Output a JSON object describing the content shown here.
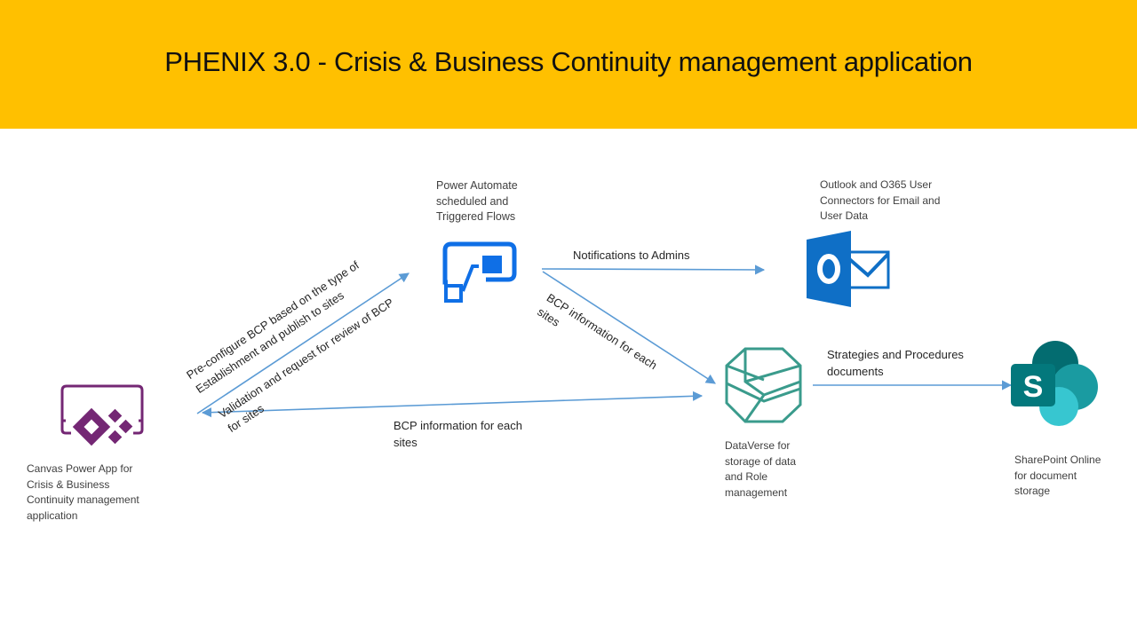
{
  "header": {
    "title": "PHENIX 3.0 - Crisis & Business Continuity management application",
    "background_color": "#FFC000"
  },
  "nodes": {
    "power_app": {
      "icon": "power-apps-icon",
      "color": "#742774",
      "lines": [
        "Canvas Power App for",
        "Crisis & Business",
        "Continuity management",
        "application"
      ]
    },
    "power_automate": {
      "icon": "power-automate-icon",
      "color": "#0F6FE6",
      "lines": [
        "Power Automate",
        "scheduled and",
        "Triggered Flows"
      ]
    },
    "outlook": {
      "icon": "outlook-icon",
      "color": "#0F6FC6",
      "lines": [
        "Outlook and O365 User",
        "Connectors for Email and",
        "User Data"
      ]
    },
    "dataverse": {
      "icon": "dataverse-icon",
      "color": "#3A9B8C",
      "lines": [
        "DataVerse for",
        "storage of data",
        "and Role",
        "management"
      ]
    },
    "sharepoint": {
      "icon": "sharepoint-icon",
      "color": "#036C70",
      "lines": [
        "SharePoint Online",
        "for document",
        "storage"
      ]
    }
  },
  "edges": {
    "preconfigure": {
      "from": "power_app",
      "to": "power_automate",
      "lines": [
        "Pre-configure BCP based on the type of",
        "Establishment and publish to sites"
      ]
    },
    "validation": {
      "from": "power_automate",
      "to": "power_app",
      "lines": [
        "Validation and request for review of BCP",
        "for sites"
      ]
    },
    "bcp_info_app_dataverse": {
      "from": "power_app",
      "to": "dataverse",
      "bidirectional": true,
      "lines": [
        "BCP information for each",
        "sites"
      ]
    },
    "notifications": {
      "from": "power_automate",
      "to": "outlook",
      "lines": [
        "Notifications to Admins"
      ]
    },
    "bcp_info_flow_dataverse": {
      "from": "power_automate",
      "to": "dataverse",
      "lines": [
        "BCP information for each",
        "sites"
      ]
    },
    "strategies": {
      "from": "dataverse",
      "to": "sharepoint",
      "lines": [
        "Strategies and Procedures",
        "documents"
      ]
    },
    "arrow_color": "#5B9BD5"
  }
}
